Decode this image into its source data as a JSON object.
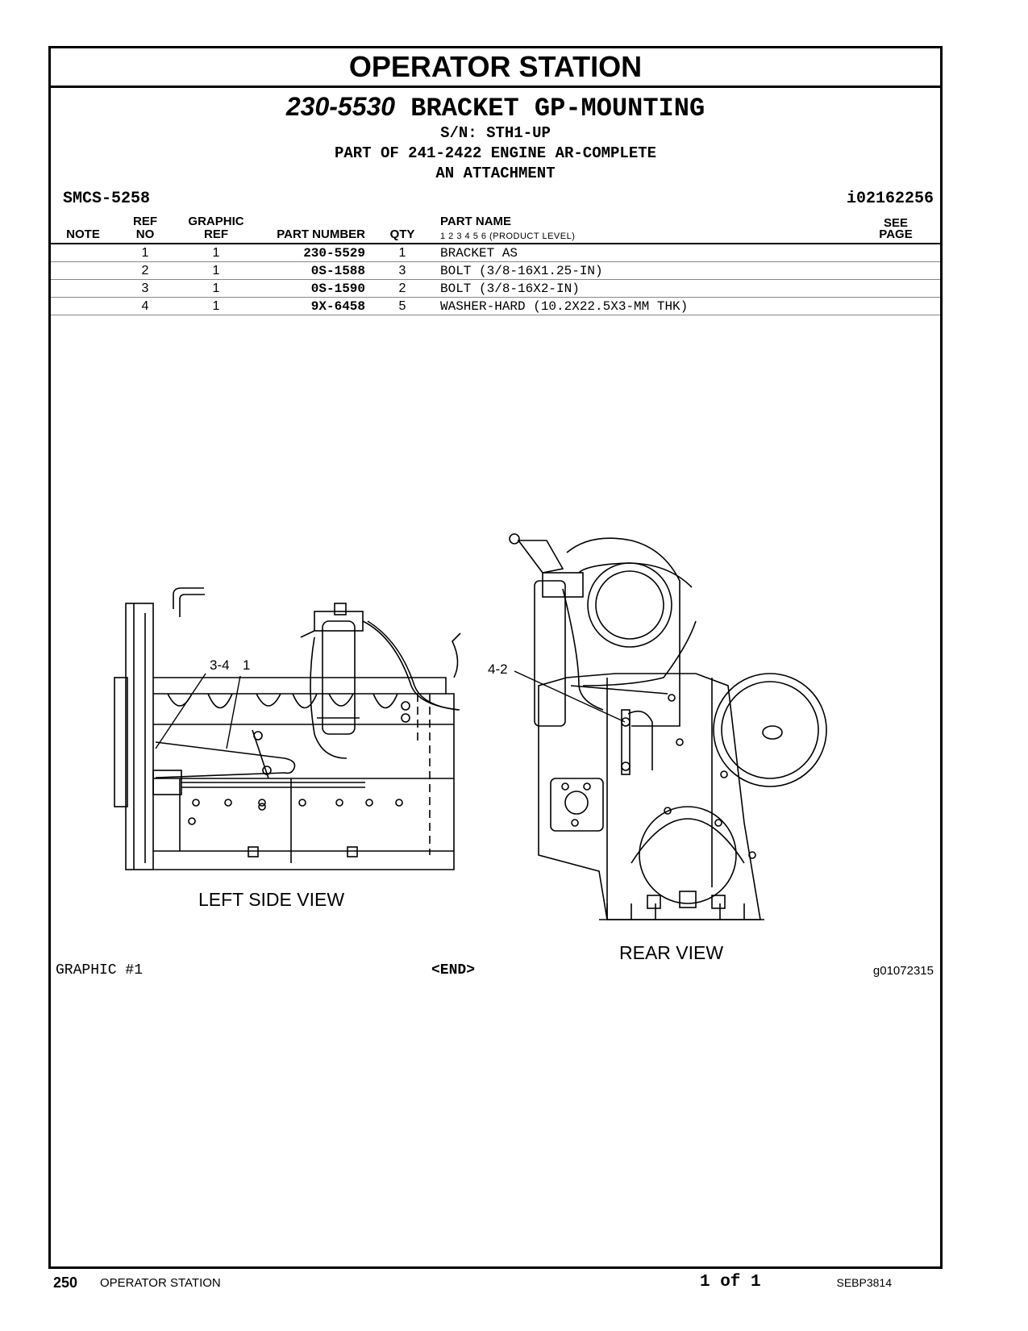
{
  "section_title": "OPERATOR STATION",
  "group": {
    "part_number": "230-5530",
    "name": "BRACKET GP-MOUNTING",
    "serial": "S/N: STH1-UP",
    "part_of": "PART OF 241-2422 ENGINE AR-COMPLETE",
    "attachment": "AN ATTACHMENT"
  },
  "smcs": "SMCS-5258",
  "ident": "i02162256",
  "table": {
    "headers": {
      "note": "NOTE",
      "ref_no_1": "REF",
      "ref_no_2": "NO",
      "graphic_ref_1": "GRAPHIC",
      "graphic_ref_2": "REF",
      "part_number": "PART NUMBER",
      "qty": "QTY",
      "part_name": "PART NAME",
      "product_level": "1   2   3   4   5   6   (PRODUCT LEVEL)",
      "see_page_1": "SEE",
      "see_page_2": "PAGE"
    },
    "rows": [
      {
        "note": "",
        "ref": "1",
        "gref": "1",
        "pn": "230-5529",
        "qty": "1",
        "name": "BRACKET AS",
        "see": ""
      },
      {
        "note": "",
        "ref": "2",
        "gref": "1",
        "pn": "0S-1588",
        "qty": "3",
        "name": "BOLT (3/8-16X1.25-IN)",
        "see": ""
      },
      {
        "note": "",
        "ref": "3",
        "gref": "1",
        "pn": "0S-1590",
        "qty": "2",
        "name": "BOLT (3/8-16X2-IN)",
        "see": ""
      },
      {
        "note": "",
        "ref": "4",
        "gref": "1",
        "pn": "9X-6458",
        "qty": "5",
        "name": "WASHER-HARD (10.2X22.5X3-MM THK)",
        "see": ""
      }
    ]
  },
  "illustration": {
    "left_view_label": "LEFT SIDE VIEW",
    "rear_view_label": "REAR VIEW",
    "callout_3_4": "3-4",
    "callout_1": "1",
    "callout_4_2": "4-2"
  },
  "graphic_label": "GRAPHIC #1",
  "end_label": "<END>",
  "graphic_id": "g01072315",
  "footer": {
    "page_number": "250",
    "section": "OPERATOR STATION",
    "page_of": "1 of 1",
    "doc_id": "SEBP3814"
  }
}
